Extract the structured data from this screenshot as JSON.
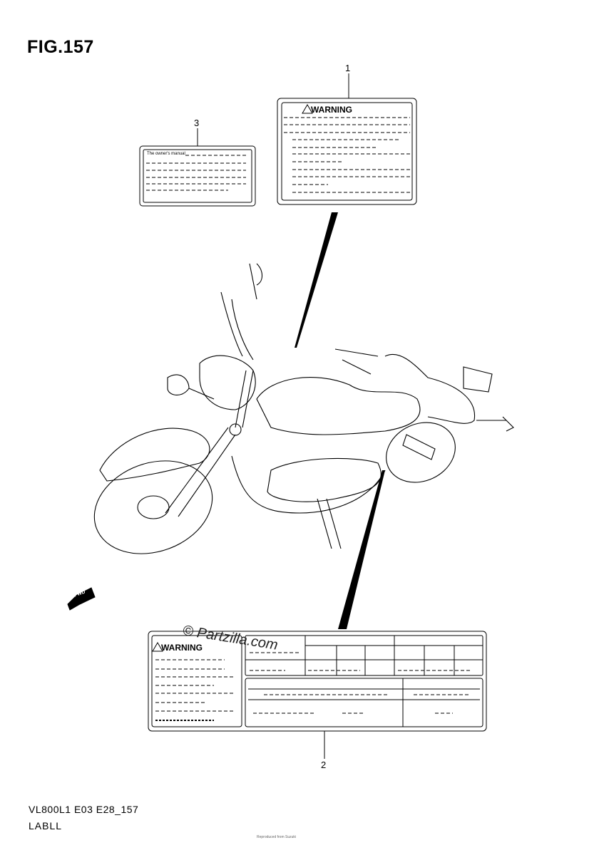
{
  "figure": {
    "title": "FIG.157",
    "code": "VL800L1 E03 E28_157",
    "name": "LABLL"
  },
  "callouts": [
    {
      "id": "1",
      "text": "1"
    },
    {
      "id": "2",
      "text": "2"
    },
    {
      "id": "3",
      "text": "3"
    }
  ],
  "labels": {
    "owners_manual_text": "The owner's manual",
    "warning_text": "WARNING",
    "fwd_text": "FWD"
  },
  "watermark": {
    "text": "© Partzilla.com"
  },
  "copyright": {
    "text": "Reproduced from Suzuki"
  }
}
